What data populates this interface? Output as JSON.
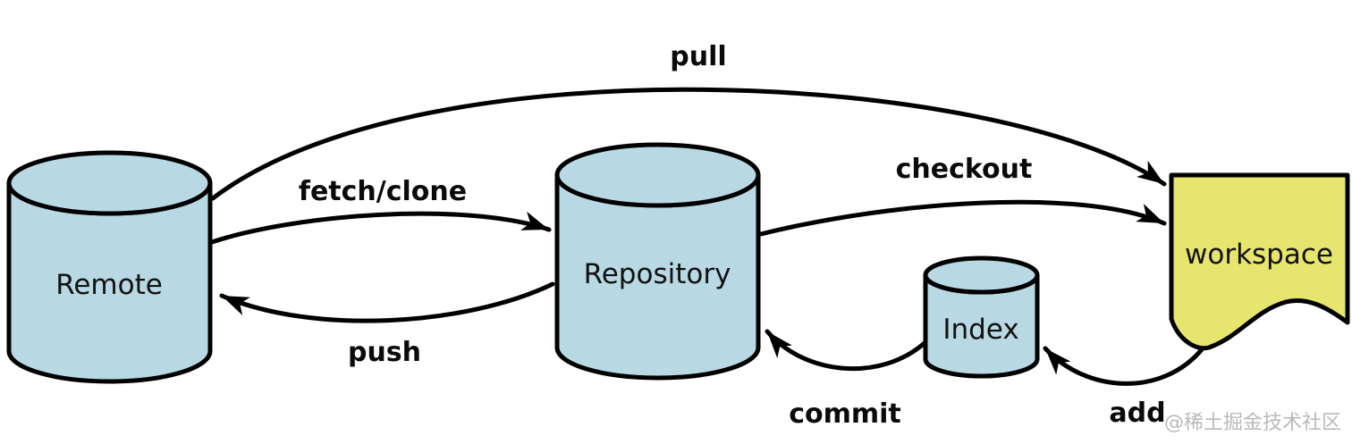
{
  "colors": {
    "node_fill": "#b8d9e3",
    "workspace_fill": "#e6e66e",
    "line": "#000000",
    "label_text": "#0a0a0a",
    "watermark_text": "#b9b9b9",
    "background": "#ffffff"
  },
  "nodes": [
    {
      "id": "remote",
      "label": "Remote",
      "shape": "cylinder"
    },
    {
      "id": "repository",
      "label": "Repository",
      "shape": "cylinder"
    },
    {
      "id": "index",
      "label": "Index",
      "shape": "cylinder"
    },
    {
      "id": "workspace",
      "label": "workspace",
      "shape": "document"
    }
  ],
  "edges": [
    {
      "id": "pull",
      "label": "pull",
      "from": "remote",
      "to": "workspace"
    },
    {
      "id": "fetch-clone",
      "label": "fetch/clone",
      "from": "remote",
      "to": "repository"
    },
    {
      "id": "checkout",
      "label": "checkout",
      "from": "repository",
      "to": "workspace"
    },
    {
      "id": "push",
      "label": "push",
      "from": "repository",
      "to": "remote"
    },
    {
      "id": "commit",
      "label": "commit",
      "from": "index",
      "to": "repository"
    },
    {
      "id": "add",
      "label": "add",
      "from": "workspace",
      "to": "index"
    }
  ],
  "watermark": {
    "text": "@稀土掘金技术社区"
  }
}
